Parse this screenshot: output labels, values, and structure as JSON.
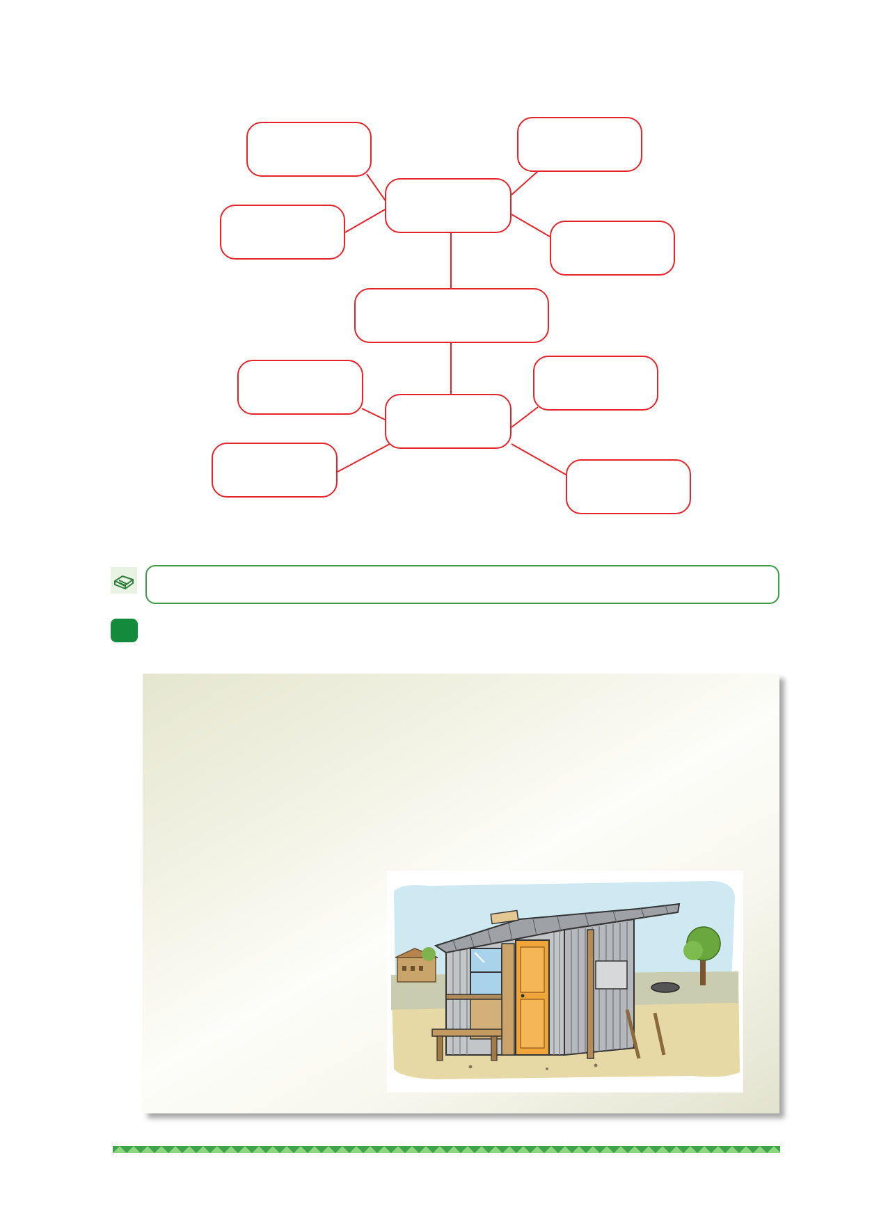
{
  "mind_map": {
    "nodes": [
      {
        "id": "tl1",
        "text": ""
      },
      {
        "id": "tl2",
        "text": ""
      },
      {
        "id": "top",
        "text": ""
      },
      {
        "id": "tr1",
        "text": ""
      },
      {
        "id": "tr2",
        "text": ""
      },
      {
        "id": "center",
        "text": ""
      },
      {
        "id": "bl1",
        "text": ""
      },
      {
        "id": "bl2",
        "text": ""
      },
      {
        "id": "bot",
        "text": ""
      },
      {
        "id": "br1",
        "text": ""
      },
      {
        "id": "br2",
        "text": ""
      }
    ],
    "border_color": "#e3242b"
  },
  "instruction": {
    "icon": "book-icon",
    "text": "",
    "border_color": "#3d9b49"
  },
  "activity": {
    "marker_color": "#148a3c",
    "text": ""
  },
  "case_study": {
    "text": "",
    "image": {
      "icon": "shack-illustration",
      "description_name": "corrugated-iron-shack"
    }
  },
  "footer": {
    "band_color": "#3fa34d",
    "accent_color": "#8fd47f"
  }
}
